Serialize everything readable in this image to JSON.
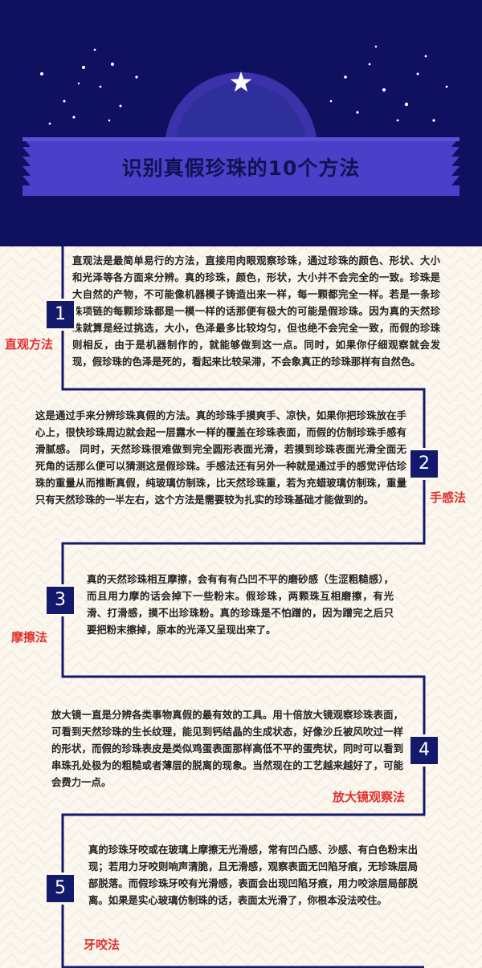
{
  "title": "识别真假珍珠的10个方法",
  "colors": {
    "header_bg": "#101060",
    "arch": "#2e2f9a",
    "banner": "#4a3fc8",
    "timeline_line": "#141a6b",
    "number_box": "#141a6b",
    "label": "#e0302c",
    "page_bg": "#fbf6ee"
  },
  "header_icon": "star-icon",
  "methods": [
    {
      "number": "1",
      "label": "直观方法",
      "text": "直观法是最简单易行的方法，直接用肉眼观察珍珠，通过珍珠的颜色、形状、大小和光泽等各方面来分辨。真的珍珠，颜色，形状，大小并不会完全的一致。珍珠是大自然的产物，不可能像机器模子铸造出来一样，每一颗都完全一样。若是一条珍珠项链的每颗珍珠都是一模一样的话那便有极大的可能是假珍珠。因为真的天然珍珠就算是经过挑选，大小，色泽最多比较均匀，但也绝不会完全一致，而假的珍珠则相反，由于是机器制作的，就能够做到这一点。同时，如果你仔细观察就会发现，假珍珠的色泽是死的，看起来比较呆滞，不会象真正的珍珠那样有自然色。"
    },
    {
      "number": "2",
      "label": "手感法",
      "text": "这是通过手来分辨珍珠真假的方法。真的珍珠手摸爽手、凉快，如果你把珍珠放在手心上，很快珍珠周边就会起一层露水一样的覆盖在珍珠表面，而假的仿制珍珠手感有滑腻感。 同时，天然珍珠很难做到完全圆形表面光滑，若摸到珍珠表面光滑全面无死角的话那么便可以猜测这是假珍珠。手感法还有另外一种就是通过手的感觉评估珍珠的重量从而推断真假，纯玻璃仿制珠，比天然珍珠重，若为充蜡玻璃仿制珠，重量只有天然珍珠的一半左右，这个方法是需要较为扎实的珍珠基础才能做到的。"
    },
    {
      "number": "3",
      "label": "摩擦法",
      "text": "真的天然珍珠相互摩擦，会有有有凸凹不平的磨砂感（生涩粗糙感），而且用力摩的话会掉下一些粉末。假珍珠，两颗珠互相磨擦，有光滑、打滑感，摸不出珍珠粉。真的珍珠是不怕蹭的，因为蹭完之后只要把粉末擦掉，原本的光泽又呈现出来了。"
    },
    {
      "number": "4",
      "label": "放大镜观察法",
      "text": "放大镜一直是分辨各类事物真假的最有效的工具。用十倍放大镜观察珍珠表面，可看到天然珍珠的生长纹理，能见到钙结晶的生成状态，好像沙丘被风吹过一样的形状，而假的珍珠表皮是类似鸡蛋表面那样高低不平的蛋壳状，同时可以看到串珠孔处极为的粗糙或者薄层的脱离的现象。当然现在的工艺越来越好了，可能会费力一点。"
    },
    {
      "number": "5",
      "label": "牙咬法",
      "text": "真的珍珠牙咬或在玻璃上摩擦无光滑感，常有凹凸感、沙感、有白色粉末出现；若用力牙咬则响声清脆，且无滑感，观察表面无凹陷牙痕，无珍珠层局部脱落。而假珍珠牙咬有光滑感，表面会出现凹陷牙痕，用力咬涂层局部脱离。如果是实心玻璃仿制珠的话，表面太光滑了，你根本没法咬住。"
    }
  ]
}
